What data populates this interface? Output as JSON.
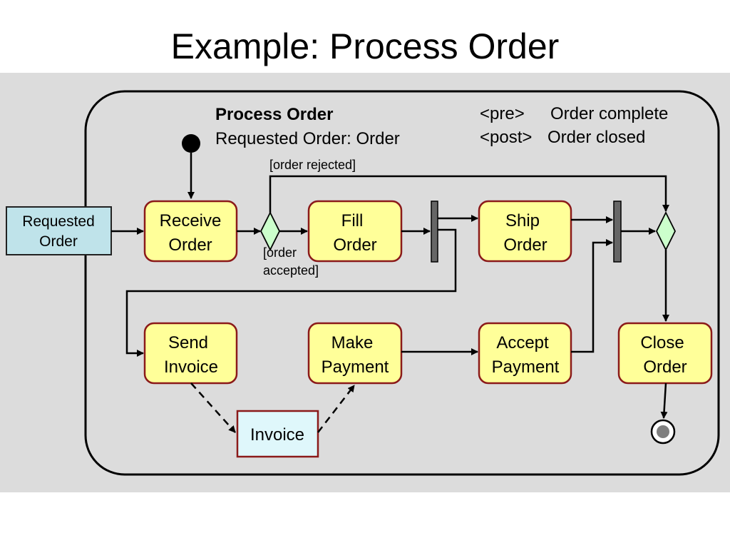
{
  "slide": {
    "title": "Example: Process Order"
  },
  "activity": {
    "name": "Process Order",
    "parameter": "Requested Order: Order",
    "pre_label": "<pre>",
    "pre_text": "Order complete",
    "post_label": "<post>",
    "post_text": "Order closed"
  },
  "nodes": {
    "requested_order": [
      "Requested",
      "Order"
    ],
    "receive_order": [
      "Receive",
      "Order"
    ],
    "fill_order": [
      "Fill",
      "Order"
    ],
    "ship_order": [
      "Ship",
      "Order"
    ],
    "send_invoice": [
      "Send",
      "Invoice"
    ],
    "make_payment": [
      "Make",
      "Payment"
    ],
    "accept_payment": [
      "Accept",
      "Payment"
    ],
    "close_order": [
      "Close",
      "Order"
    ],
    "invoice": "Invoice"
  },
  "guards": {
    "rejected": "[order rejected]",
    "accepted": [
      "[order",
      "accepted]"
    ]
  },
  "colors": {
    "action_fill": "#ffff99",
    "action_border": "#8b1a1a",
    "decision_fill": "#ccffcc",
    "object_fill": "#bfe3ea",
    "invoice_fill": "#dff7fb",
    "panel_background": "#dcdcdc"
  }
}
